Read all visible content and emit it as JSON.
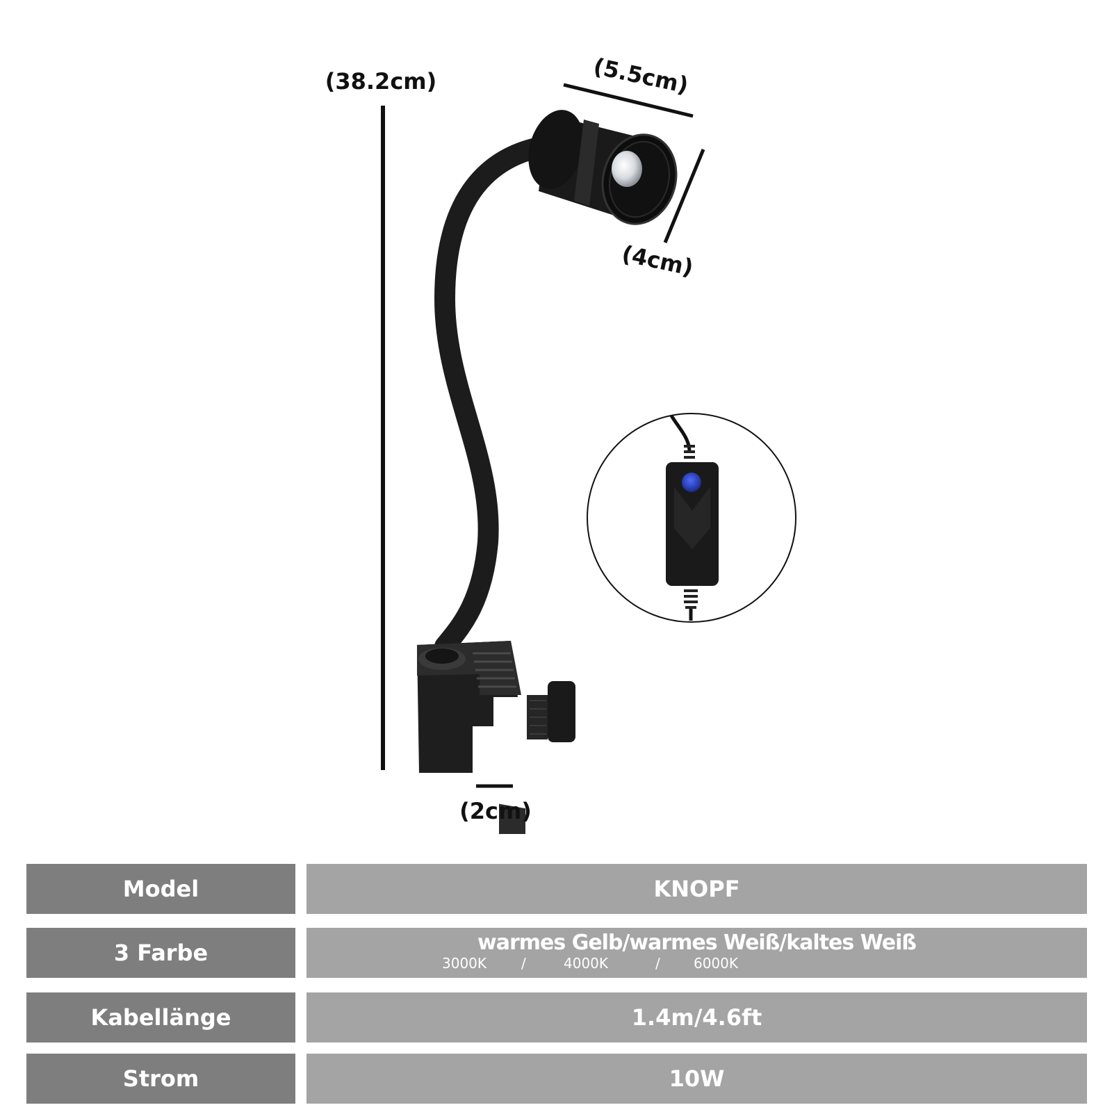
{
  "dimensions": {
    "height": "(38.2cm)",
    "head_length": "(5.5cm)",
    "head_diameter": "(4cm)",
    "clamp_width": "(2cm)"
  },
  "specs": [
    {
      "label": "Model",
      "value": "KNOPF"
    },
    {
      "label": "3 Farbe",
      "value": "warmes Gelb/warmes Weiß/kaltes Weiß",
      "temps": [
        "3000K",
        "/",
        "4000K",
        "/",
        "6000K"
      ]
    },
    {
      "label": "Kabellänge",
      "value": "1.4m/4.6ft"
    },
    {
      "label": "Strom",
      "value": "10W"
    }
  ],
  "colors": {
    "label_bg": "#7e7e7e",
    "value_bg": "#a4a4a4",
    "lamp_body": "#1a1a1a",
    "switch_button": "#2a3fb0"
  },
  "icons": {
    "lamp": "gooseneck-lamp-illustration",
    "switch": "inline-cable-switch-illustration"
  }
}
